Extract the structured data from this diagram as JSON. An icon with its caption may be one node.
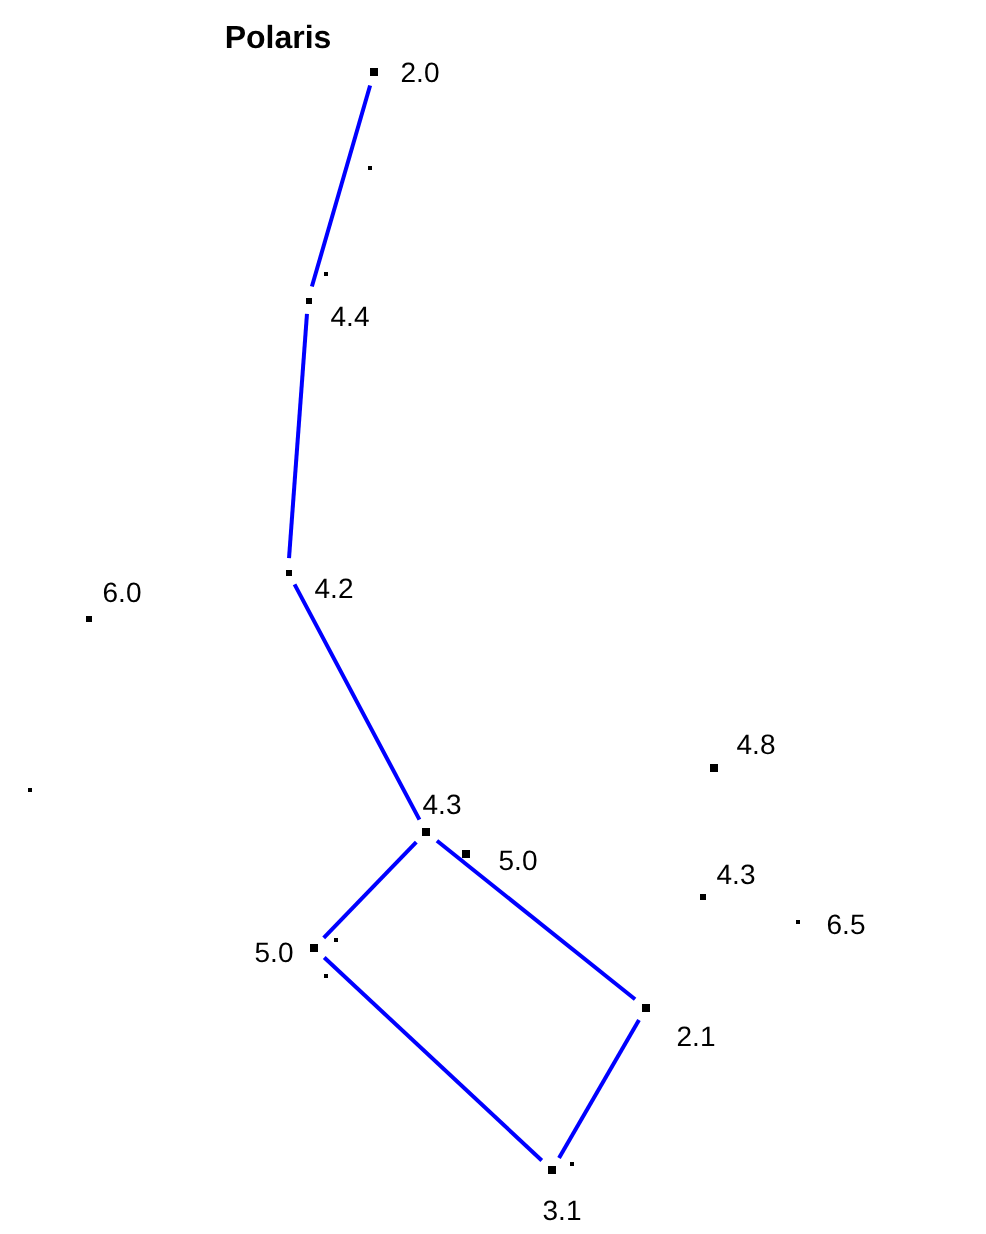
{
  "diagram": {
    "nodes": [
      {
        "text": [
          "2.0"
        ],
        "beside": [
          "Polaris"
        ]
      },
      {
        "text": [
          "4.4"
        ]
      },
      {
        "text": [
          "4.2"
        ]
      },
      {
        "text": [
          "6.0"
        ]
      },
      {
        "text": [
          "4.8"
        ]
      },
      {
        "text": [
          "4.3"
        ]
      },
      {
        "text": [
          "5.0"
        ]
      },
      {
        "text": [
          "4.3"
        ]
      },
      {
        "text": [
          "6.5"
        ]
      },
      {
        "text": [
          "5.0"
        ]
      },
      {
        "text": [
          "2.1"
        ]
      },
      {
        "text": [
          "3.1"
        ]
      }
    ],
    "edges": [
      {
        "from": 0,
        "to": 1,
        "arrow": "none"
      },
      {
        "from": 1,
        "to": 2,
        "arrow": "none"
      },
      {
        "from": 2,
        "to": 5,
        "arrow": "none"
      },
      {
        "from": 5,
        "to": 9,
        "arrow": "none"
      },
      {
        "from": 9,
        "to": 11,
        "arrow": "none"
      },
      {
        "from": 11,
        "to": 10,
        "arrow": "none"
      },
      {
        "from": 10,
        "to": 5,
        "arrow": "none"
      }
    ]
  }
}
